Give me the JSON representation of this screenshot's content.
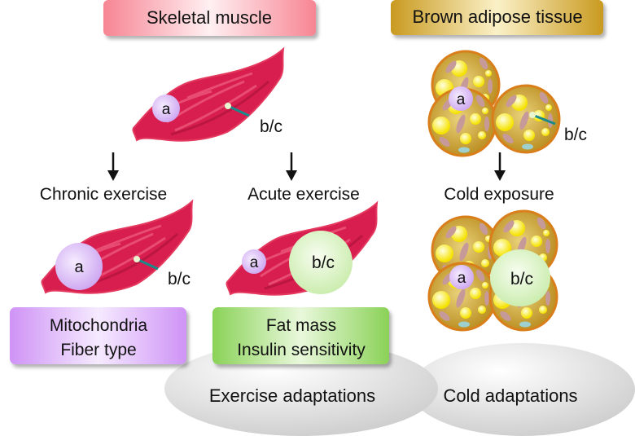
{
  "headers": {
    "skeletal_muscle": "Skeletal muscle",
    "brown_adipose": "Brown adipose tissue"
  },
  "labels": {
    "a": "a",
    "bc": "b/c",
    "chronic": "Chronic exercise",
    "acute": "Acute exercise",
    "cold": "Cold exposure"
  },
  "boxes": {
    "chronic_line1": "Mitochondria",
    "chronic_line2": "Fiber type",
    "acute_line1": "Fat mass",
    "acute_line2": "Insulin sensitivity"
  },
  "adaptations": {
    "exercise": "Exercise adaptations",
    "cold": "Cold adaptations"
  },
  "colors": {
    "muscle": "#d81e4e",
    "nucleus_a": "#d6b3f5",
    "nucleus_bc": "#d9f3c4",
    "purple_box": "#d49cf5",
    "green_box": "#8fd45c",
    "pink_header": "#f57c8a",
    "gold_header": "#c9a02a"
  }
}
